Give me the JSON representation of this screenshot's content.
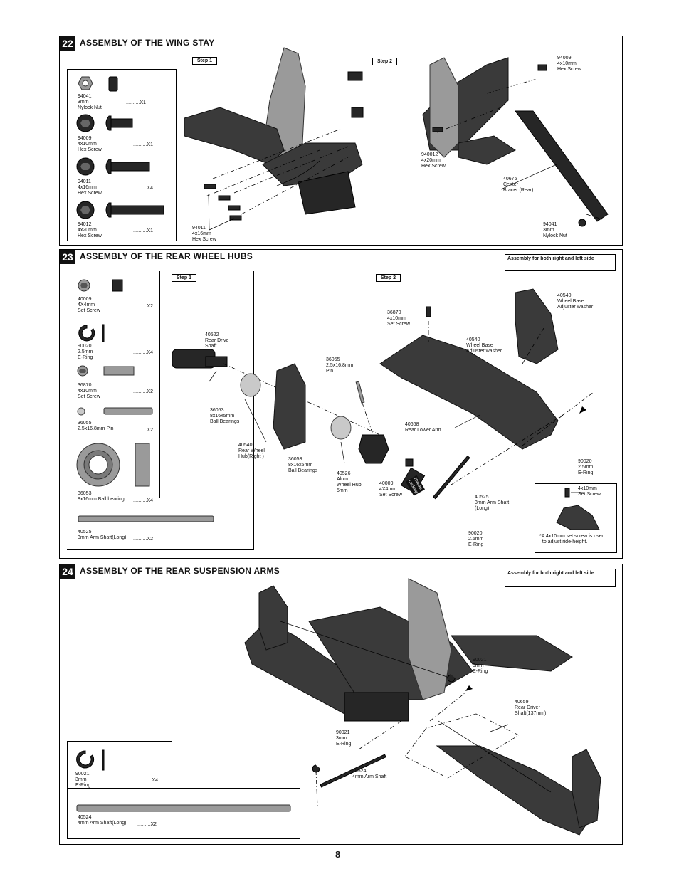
{
  "page_number": "8",
  "sections": [
    {
      "num": "22",
      "title": "ASSEMBLY OF THE WING STAY",
      "steps": [
        "Step 1",
        "Step 2"
      ],
      "parts": [
        {
          "code": "94041",
          "desc": "3mm\nNylock Nut",
          "qty": "..........X1"
        },
        {
          "code": "94009",
          "desc": "4x10mm\nHex Screw",
          "qty": "..........X1"
        },
        {
          "code": "94011",
          "desc": "4x16mm\nHex Screw",
          "qty": "..........X4"
        },
        {
          "code": "94012",
          "desc": "4x20mm\nHex Screw",
          "qty": "..........X1"
        }
      ],
      "labels": [
        "94011\n4x16mm\nHex Screw",
        "94009\n4x10mm\nHex Screw",
        "940012\n4x20mm\nHex Screw",
        "40676\nCenter\nBracer (Rear)",
        "94041\n3mm\nNylock Nut"
      ]
    },
    {
      "num": "23",
      "title": "ASSEMBLY OF THE REAR WHEEL HUBS",
      "steps": [
        "Step 1",
        "Step 2"
      ],
      "note": "Assembly for both right and left side",
      "parts": [
        {
          "code": "40009",
          "desc": "4X4mm\nSet Screw",
          "qty": "..........X2"
        },
        {
          "code": "90020",
          "desc": "2.5mm\nE-Ring",
          "qty": "..........X4"
        },
        {
          "code": "36870",
          "desc": "4x10mm\nSet Screw",
          "qty": "..........X2"
        },
        {
          "code": "36055",
          "desc": "2.5x16.8mm Pin",
          "qty": "..........X2"
        },
        {
          "code": "36053",
          "desc": "8x16mm Ball bearing",
          "qty": "..........X4"
        },
        {
          "code": "40525",
          "desc": "3mm Arm Shaft(Long)",
          "qty": "..........X2"
        }
      ],
      "labels": [
        "40522\nRear Drive\nShaft",
        "36053\n8x16x5mm\nBall Bearings",
        "40540\nRear Wheel\nHub(Right )",
        "36053\n8x16x5mm\nBall Bearings",
        "36055\n2.5x16.8mm\nPin",
        "40526\nAlum.\nWheel Hub\n5mm",
        "40009\n4X4mm\nSet Screw",
        "36870\n4x10mm\nSet Screw",
        "40540\nWheel Base\nAdjuster washer",
        "40540\nWheel Base\nAdjuster washer",
        "40668\nRear Lower Arm",
        "90020\n2.5mm\nE-Ring",
        "40525\n3mm Arm Shaft\n(Long)",
        "90020\n2.5mm\nE-Ring"
      ],
      "inset": {
        "label": "4x10mm\nSet Screw",
        "text": "*A 4x10mm set screw is used\n  to adjust ride-height."
      },
      "threadlock": "Thread\nLocking"
    },
    {
      "num": "24",
      "title": "ASSEMBLY OF THE REAR SUSPENSION ARMS",
      "note": "Assembly for both right and left side",
      "parts": [
        {
          "code": "90021",
          "desc": "3mm\nE-Ring",
          "qty": "..........X4"
        },
        {
          "code": "40524",
          "desc": "4mm Arm Shaft(Long)",
          "qty": "..........X2"
        }
      ],
      "labels": [
        "90021\n3mm\nE-Ring",
        "40659\nRear Driver\nShaft(137mm)",
        "90021\n3mm\nE-Ring",
        "40524\n4mm Arm Shaft"
      ]
    }
  ]
}
